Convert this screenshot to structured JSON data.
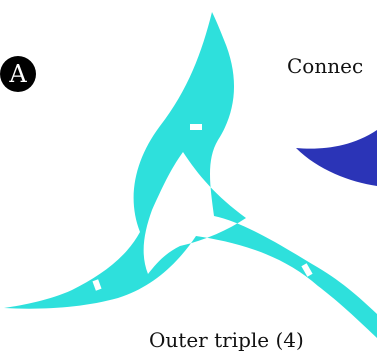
{
  "panel_badge": "A",
  "connect_label": "Connec",
  "outer_label": "Outer triple (4)",
  "colors": {
    "triple_piece": "#2ee0dc",
    "connector_piece": "#2b34b7",
    "badge": "#000000",
    "text": "#111111"
  }
}
